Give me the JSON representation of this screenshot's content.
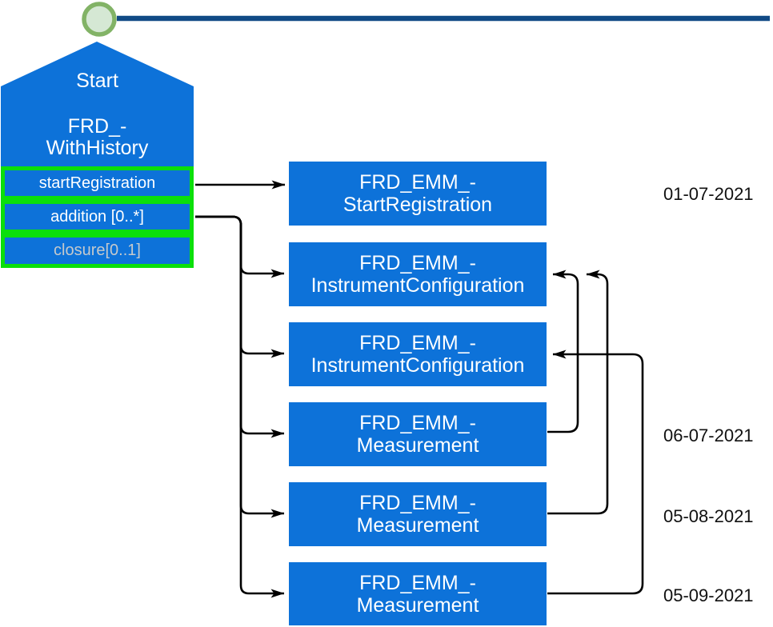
{
  "start_node": {
    "title": "Start",
    "type_line1": "FRD_-",
    "type_line2": "WithHistory",
    "operations": [
      {
        "label": "startRegistration"
      },
      {
        "label": "addition [0..*]"
      },
      {
        "label": "closure[0..1]"
      }
    ]
  },
  "event_boxes": [
    {
      "line1": "FRD_EMM_-",
      "line2": "StartRegistration"
    },
    {
      "line1": "FRD_EMM_-",
      "line2": "InstrumentConfiguration"
    },
    {
      "line1": "FRD_EMM_-",
      "line2": "InstrumentConfiguration"
    },
    {
      "line1": "FRD_EMM_-",
      "line2": "Measurement"
    },
    {
      "line1": "FRD_EMM_-",
      "line2": "Measurement"
    },
    {
      "line1": "FRD_EMM_-",
      "line2": "Measurement"
    }
  ],
  "dates": [
    {
      "label": "01-07-2021"
    },
    {
      "label": "06-07-2021"
    },
    {
      "label": "05-08-2021"
    },
    {
      "label": "05-09-2021"
    }
  ],
  "colors": {
    "node_blue": "#0d72d9",
    "highlight_green": "#0bdf0b",
    "timeline_navy": "#114a85",
    "start_marker_fill": "#d5e8d4",
    "start_marker_stroke": "#82b366",
    "connector_black": "#000000",
    "muted_label_text": "#c5c9cc"
  }
}
